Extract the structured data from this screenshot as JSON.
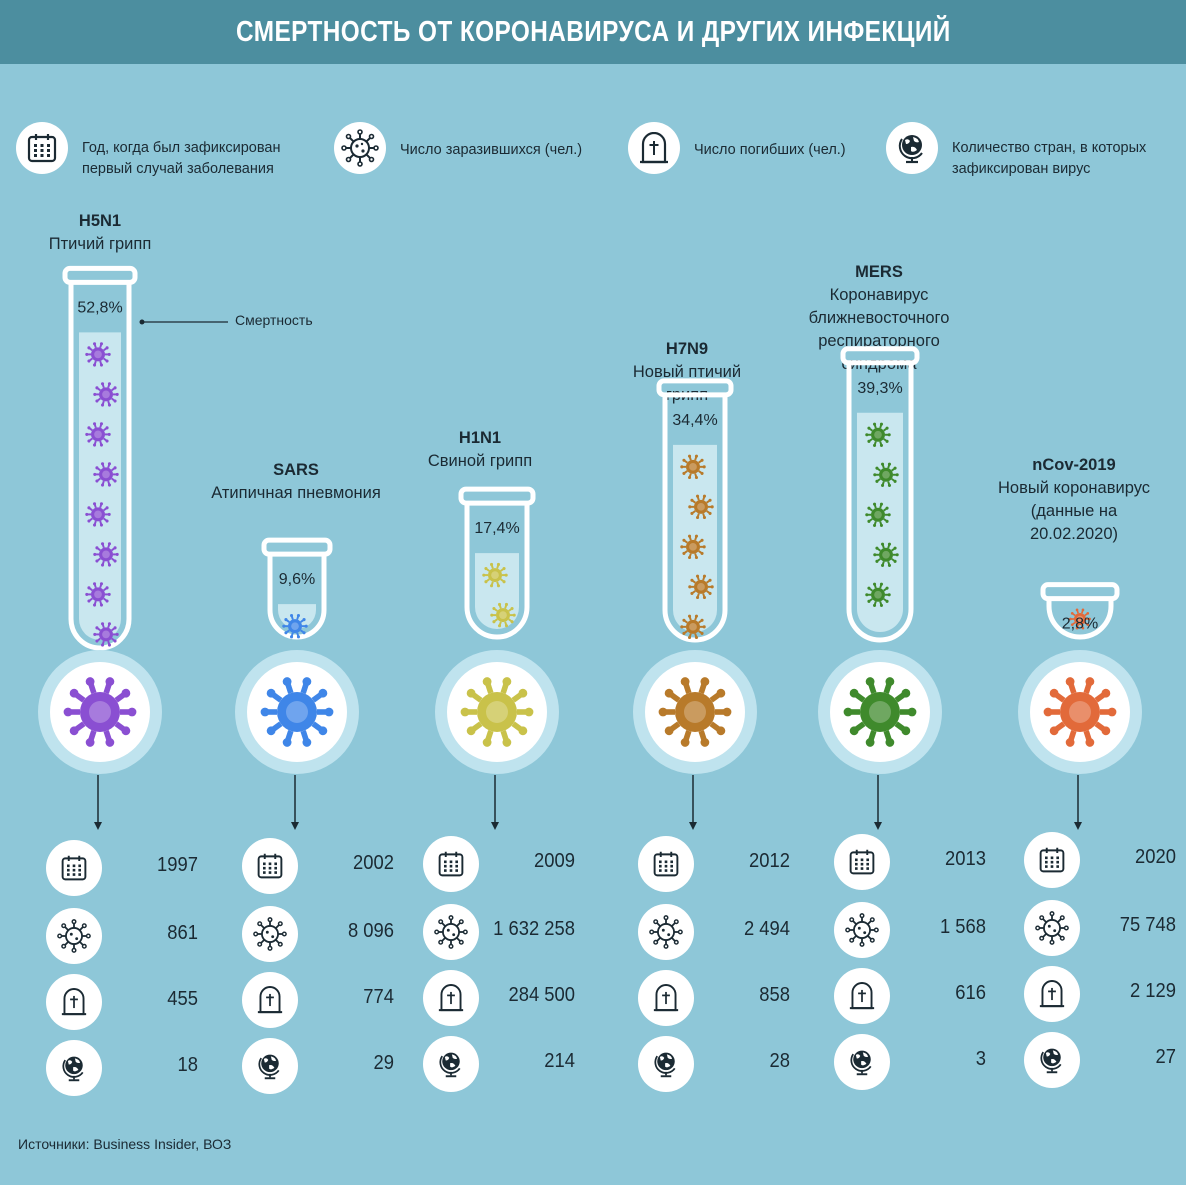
{
  "title": "СМЕРТНОСТЬ ОТ КОРОНАВИРУСА И ДРУГИХ ИНФЕКЦИЙ",
  "legend": [
    {
      "icon": "calendar-icon",
      "text": [
        "Год, когда был зафиксирован",
        "первый случай заболевания"
      ]
    },
    {
      "icon": "virus-icon",
      "text": [
        "Число заразившихся (чел.)"
      ]
    },
    {
      "icon": "grave-icon",
      "text": [
        "Число погибших (чел.)"
      ]
    },
    {
      "icon": "globe-icon",
      "text": [
        "Количество стран, в которых",
        "зафиксирован вирус"
      ]
    }
  ],
  "mortality_label": "Смертность",
  "source": "Источники: Business Insider, ВОЗ",
  "colors": {
    "background": "#8ec7d8",
    "header": "#4c8e9f",
    "H5N1": "#8a4fd2",
    "SARS": "#3f86e8",
    "H1N1": "#c9c24a",
    "H7N9": "#b87a2a",
    "MERS": "#3f8a2c",
    "nCov-2019": "#e26a3a"
  },
  "chart_data": {
    "type": "bar",
    "title": "СМЕРТНОСТЬ ОТ КОРОНАВИРУСА И ДРУГИХ ИНФЕКЦИЙ",
    "categories": [
      "H5N1",
      "SARS",
      "H1N1",
      "H7N9",
      "MERS",
      "nCov-2019"
    ],
    "names": [
      [
        "Птичий грипп"
      ],
      [
        "Атипичная пневмония"
      ],
      [
        "Свиной грипп"
      ],
      [
        "Новый птичий",
        "грипп"
      ],
      [
        "Коронавирус",
        "ближневосточного",
        "респираторного",
        "синдрома"
      ],
      [
        "Новый коронавирус",
        "(данные на",
        "20.02.2020)"
      ]
    ],
    "mortality_percent": [
      52.8,
      9.6,
      17.4,
      34.4,
      39.3,
      2.8
    ],
    "mortality_labels": [
      "52,8%",
      "9,6%",
      "17,4%",
      "34,4%",
      "39,3%",
      "2,8%"
    ],
    "series": [
      {
        "name": "Год, когда был зафиксирован первый случай заболевания",
        "values": [
          1997,
          2002,
          2009,
          2012,
          2013,
          2020
        ],
        "labels": [
          "1997",
          "2002",
          "2009",
          "2012",
          "2013",
          "2020"
        ]
      },
      {
        "name": "Число заразившихся (чел.)",
        "values": [
          861,
          8096,
          1632258,
          2494,
          1568,
          75748
        ],
        "labels": [
          "861",
          "8 096",
          "1 632 258",
          "2 494",
          "1 568",
          "75 748"
        ]
      },
      {
        "name": "Число погибших (чел.)",
        "values": [
          455,
          774,
          284500,
          858,
          616,
          2129
        ],
        "labels": [
          "455",
          "774",
          "284 500",
          "858",
          "616",
          "2 129"
        ]
      },
      {
        "name": "Количество стран, в которых зафиксирован вирус",
        "values": [
          18,
          29,
          214,
          28,
          3,
          27
        ],
        "labels": [
          "18",
          "29",
          "214",
          "28",
          "3",
          "27"
        ]
      }
    ]
  }
}
